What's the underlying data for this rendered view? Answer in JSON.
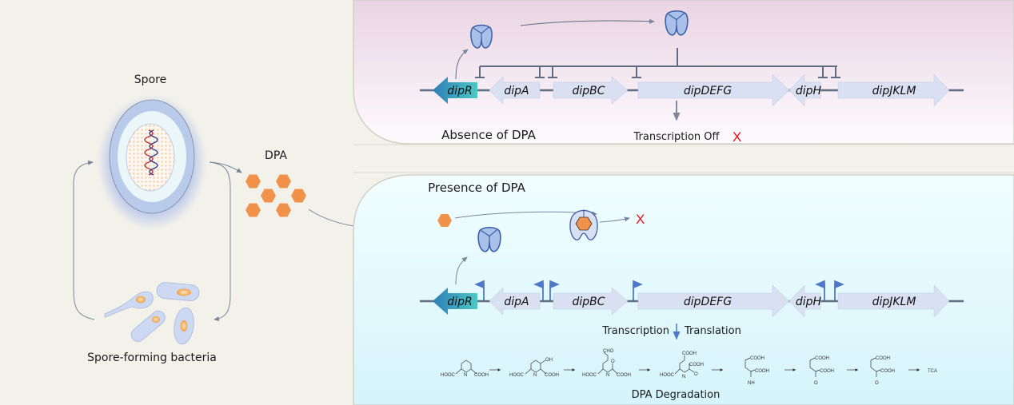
{
  "left_panel": {
    "spore_label": "Spore",
    "dpa_label": "DPA",
    "bacteria_label": "Spore-forming bacteria",
    "dpa_hexagon_count": 6
  },
  "top_panel": {
    "title": "Absence of DPA",
    "status_text": "Transcription Off",
    "status_mark": "X",
    "background_color": "#ecd8e6",
    "genes": [
      {
        "name": "dipR",
        "direction": "left",
        "highlight": true
      },
      {
        "name": "dipA",
        "direction": "left"
      },
      {
        "name": "dipBC",
        "direction": "right"
      },
      {
        "name": "dipDEFG",
        "direction": "right"
      },
      {
        "name": "dipH",
        "direction": "left"
      },
      {
        "name": "dipJKLM",
        "direction": "right"
      }
    ]
  },
  "bottom_panel": {
    "title": "Presence of DPA",
    "inhibit_mark": "X",
    "transcription_label": "Transcription",
    "translation_label": "Translation",
    "degradation_label": "DPA Degradation",
    "background_color": "#dff7fb",
    "genes": [
      {
        "name": "dipR",
        "direction": "left",
        "highlight": true
      },
      {
        "name": "dipA",
        "direction": "left"
      },
      {
        "name": "dipBC",
        "direction": "right"
      },
      {
        "name": "dipDEFG",
        "direction": "right"
      },
      {
        "name": "dipH",
        "direction": "left"
      },
      {
        "name": "dipJKLM",
        "direction": "right"
      }
    ],
    "pathway": [
      {
        "groups": [
          "HOOC",
          "N",
          "COOH"
        ]
      },
      {
        "groups": [
          "HOOC",
          "N",
          "COOH",
          "OH"
        ]
      },
      {
        "groups": [
          "HOOC",
          "N",
          "COOH",
          "CHO",
          "O"
        ]
      },
      {
        "groups": [
          "HOOC",
          "N",
          "COOH",
          "COOH",
          "O"
        ]
      },
      {
        "groups": [
          "COOH",
          "COOH",
          "NH"
        ]
      },
      {
        "groups": [
          "COOH",
          "COOH",
          "O"
        ]
      },
      {
        "groups": [
          "COOH",
          "COOH",
          "O"
        ]
      }
    ],
    "pathway_end": "TCA"
  },
  "colors": {
    "dipR_start": "#2f7fb8",
    "dipR_end": "#4cc8c4",
    "gene_fill": "#d8e0f2",
    "repressor_fill": "#a9c0e8",
    "repressor_stroke": "#3a5ea8",
    "dpa_orange": "#f0924a",
    "promoter_blue": "#4f78c9",
    "line_gray": "#5e6b80",
    "red_x": "#e8141c"
  }
}
